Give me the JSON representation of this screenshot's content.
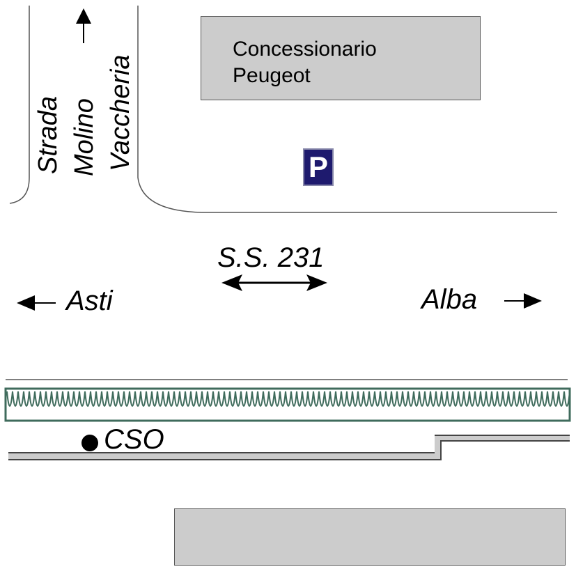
{
  "map": {
    "dealership": {
      "line1": "Concessionario",
      "line2": "Peugeot"
    },
    "street_side": {
      "word1": "Strada",
      "word2": "Molino",
      "word3": "Vaccheria"
    },
    "main_road": {
      "name": "S.S. 231"
    },
    "directions": {
      "west": "Asti",
      "east": "Alba"
    },
    "station": {
      "label": "CSO"
    },
    "parking": {
      "symbol": "P",
      "color": "#1e1a6e"
    },
    "colors": {
      "building_fill": "#cccccc",
      "hedge": "#3f6b5c",
      "road_line": "#555555"
    }
  }
}
